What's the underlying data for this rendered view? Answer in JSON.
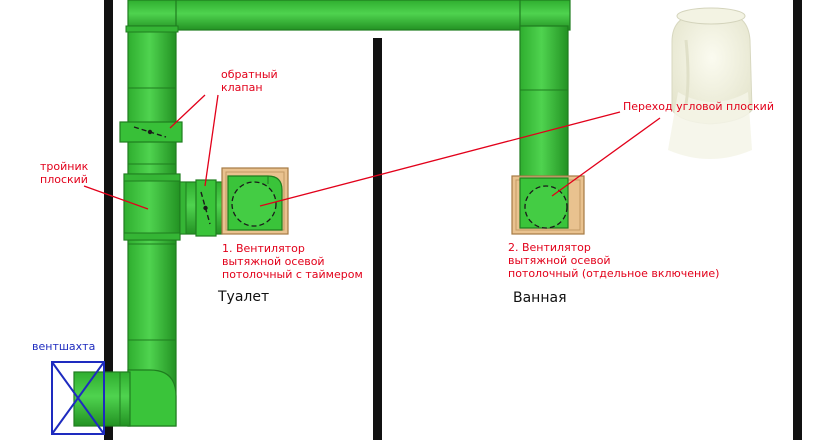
{
  "colors": {
    "pipe": "#3bc63b",
    "pipe_edge": "#1f7d1f",
    "wall": "#111111",
    "annotation": "#e2001a",
    "shaft_label": "#1e2bbf",
    "fan_box": "#e9c28f",
    "fan_box_edge": "#a57a44"
  },
  "labels": {
    "check_valve": "обратный\nклапан",
    "tee": "тройник\nплоский",
    "elbow": "Переход угловой плоский",
    "fan1": "1. Вентилятор\nвытяжной осевой\nпотолочный с таймером",
    "fan2": "2. Вентилятор\nвытяжной осевой\nпотолочный (отдельное включение)",
    "toilet": "Туалет",
    "bathroom": "Ванная",
    "shaft": "вентшахта"
  },
  "icons": {
    "shaft": "shaft-cross-icon",
    "fan": "fan-icon",
    "elbow_photo": "corner-elbow-photo-icon"
  }
}
